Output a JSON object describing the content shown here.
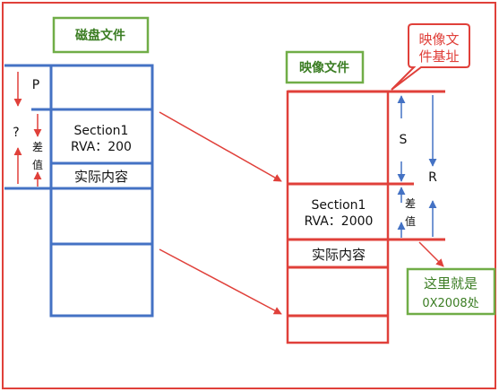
{
  "colors": {
    "frame": "#e0403a",
    "disk_stroke": "#4472c4",
    "image_stroke": "#e0403a",
    "label_border": "#70ad47",
    "label_text": "#3b7d23",
    "callout_text": "#e0403a",
    "blue_arrow": "#4472c4",
    "red_arrow": "#e0403a"
  },
  "disk_label": "磁盘文件",
  "image_label": "映像文件",
  "disk": {
    "p": "P",
    "question": "?",
    "diff_char1": "差",
    "diff_char2": "值",
    "section_name": "Section1",
    "section_rva": "RVA：200",
    "content": "实际内容"
  },
  "image": {
    "section_name": "Section1",
    "section_rva": "RVA：2000",
    "content": "实际内容",
    "s": "S",
    "r": "R",
    "diff_char1": "差",
    "diff_char2": "值"
  },
  "base_callout": {
    "line1": "映像文",
    "line2": "件基址"
  },
  "target_callout": {
    "line1": "这里就是",
    "line2": "0X2008处"
  }
}
